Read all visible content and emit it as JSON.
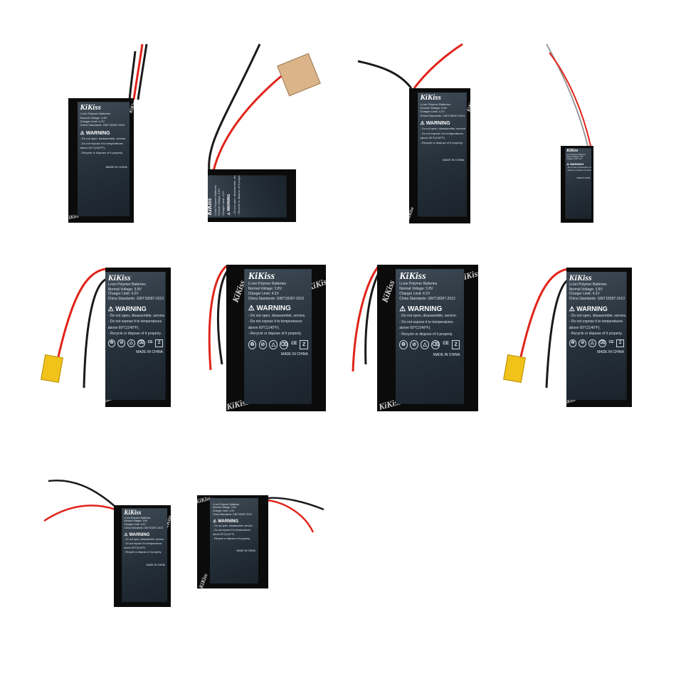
{
  "label": {
    "brand": "KiKiss",
    "type_line": "Li-ion Polymer Batteries",
    "voltage_line": "Normal Voltage: 3.8V",
    "charger_line": "Charger Limit: 4.2V",
    "standard_line": "China Standards: GB/T18287-2013",
    "warning_title": "WARNING",
    "warn_1": "- Do not open, disassemble, service.",
    "warn_2": "- Do not expose it to temperatures",
    "warn_3": "above 60°C(140°F).",
    "warn_4": "- Recycle or dispose of it properly.",
    "made_in": "MADE IN CHINA",
    "cert_marks": [
      "♻",
      "⊘",
      "△",
      "⌫",
      "CE",
      "Z"
    ]
  },
  "colors": {
    "body": "#0b0b0b",
    "panel": "#2f3a44",
    "wire_red": "#e0241a",
    "wire_black": "#1a1a1a",
    "connector": "#f0c21a"
  }
}
